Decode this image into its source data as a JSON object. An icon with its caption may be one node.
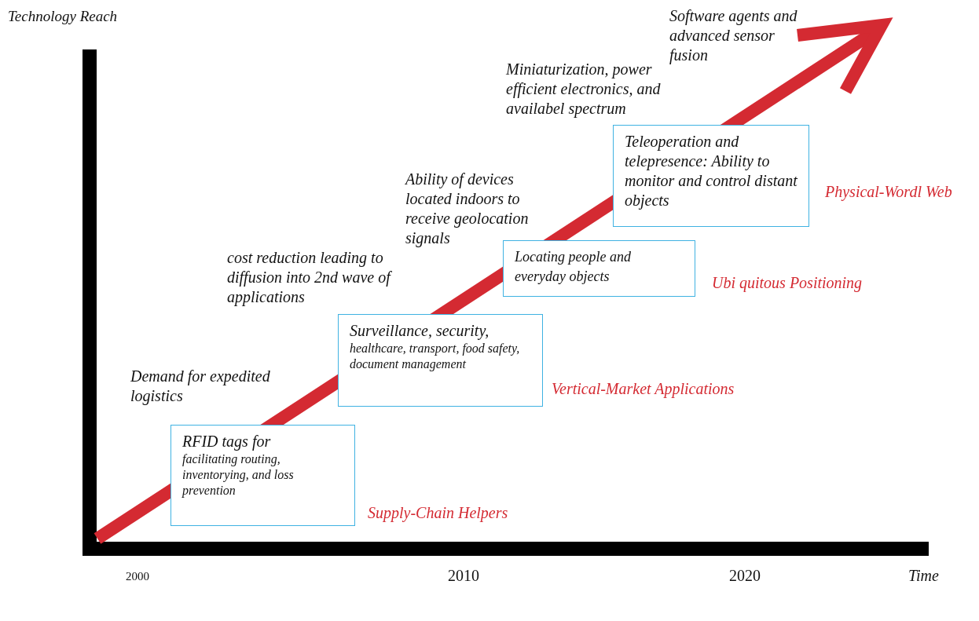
{
  "diagram": {
    "nodes": [
      {
        "text": [
          "RFID tags for",
          "facilitating routing, inventorying, and loss prevention"
        ],
        "beside": [
          "Supply-Chain Helpers"
        ]
      },
      {
        "text": [
          "Surveillance, security,",
          "healthcare, transport, food safety, document management"
        ],
        "beside": [
          "Vertical-Market Applications"
        ]
      },
      {
        "text": [
          "Locating people and everyday objects"
        ],
        "beside": [
          "Ubi quitous Positioning"
        ]
      },
      {
        "text": [
          "Teleoperation and telepresence: Ability to monitor and control distant objects"
        ],
        "beside": [
          "Physical-Wordl Web"
        ]
      }
    ],
    "edges": [],
    "labels": [
      "Technology Reach",
      "Software agents and advanced sensor fusion",
      "Miniaturization, power efficient electronics, and availabel spectrum",
      "Ability of devices located indoors to receive geolocation signals",
      "cost reduction leading to diffusion into 2nd wave of applications",
      "Demand for expedited logistics",
      "2000",
      "2010",
      "2020",
      "Time"
    ]
  }
}
